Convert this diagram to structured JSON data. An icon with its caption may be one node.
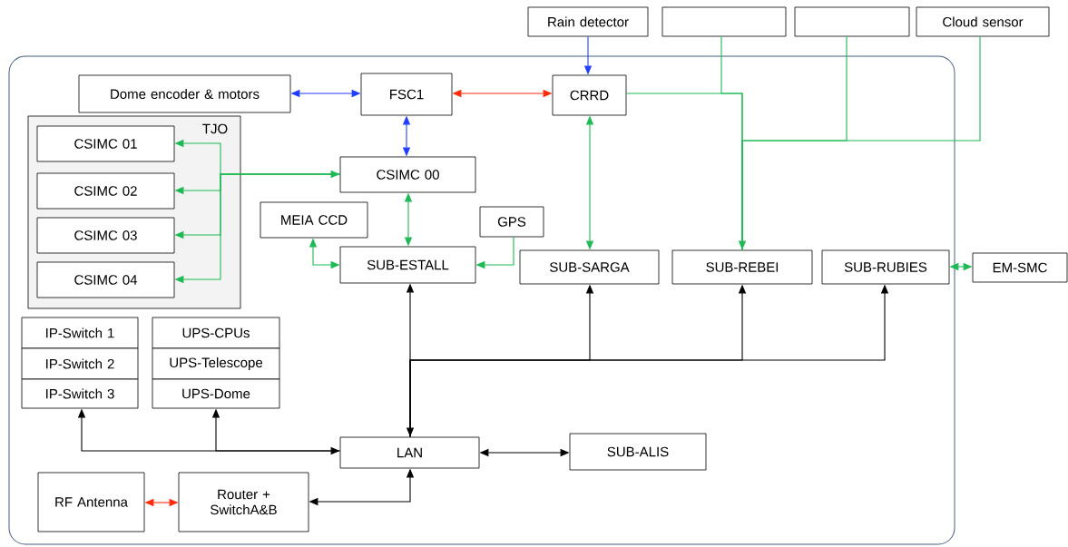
{
  "diagram": {
    "nodes": [
      {
        "text": [
          "Rain detector"
        ]
      },
      {
        "text": [],
        "shape": "box"
      },
      {
        "text": [],
        "shape": "box"
      },
      {
        "text": [
          "Cloud sensor"
        ]
      },
      {
        "text": [
          "Dome encoder & motors"
        ]
      },
      {
        "text": [
          "FSC1"
        ]
      },
      {
        "text": [
          "CRRD"
        ]
      },
      {
        "text": [
          "TJO"
        ]
      },
      {
        "text": [
          "CSIMC 01"
        ],
        "in": 7
      },
      {
        "text": [
          "CSIMC 02"
        ],
        "in": 7
      },
      {
        "text": [
          "CSIMC 03"
        ],
        "in": 7
      },
      {
        "text": [
          "CSIMC 04"
        ],
        "in": 7
      },
      {
        "text": [
          "CSIMC 00"
        ]
      },
      {
        "text": [
          "MEIA CCD"
        ]
      },
      {
        "text": [
          "GPS"
        ]
      },
      {
        "text": [
          "SUB-ESTALL"
        ]
      },
      {
        "text": [
          "SUB-SARGA"
        ]
      },
      {
        "text": [
          "SUB-REBEI"
        ]
      },
      {
        "text": [
          "SUB-RUBIES"
        ]
      },
      {
        "text": [
          "EM-SMC"
        ]
      },
      {
        "text": [
          "IP-Switch 1"
        ]
      },
      {
        "text": [
          "IP-Switch 2"
        ]
      },
      {
        "text": [
          "IP-Switch 3"
        ]
      },
      {
        "text": [
          "UPS-CPUs"
        ]
      },
      {
        "text": [
          "UPS-Telescope"
        ]
      },
      {
        "text": [
          "UPS-Dome"
        ]
      },
      {
        "text": [
          "LAN"
        ]
      },
      {
        "text": [
          "SUB-ALIS"
        ]
      },
      {
        "text": [
          "RF Antenna"
        ]
      },
      {
        "text": [
          "Router + SwitchA&B"
        ]
      }
    ],
    "edges": [
      {
        "from": 0,
        "to": 6,
        "arrow": "to",
        "color": "#1f3dff"
      },
      {
        "from": 4,
        "to": 5,
        "arrow": "both",
        "color": "#1f3dff"
      },
      {
        "from": 5,
        "to": 6,
        "arrow": "both",
        "color": "#ff2a0a"
      },
      {
        "from": 5,
        "to": 12,
        "arrow": "both",
        "color": "#1f3dff"
      },
      {
        "from": 12,
        "to": 8,
        "arrow": "both"
      },
      {
        "from": 12,
        "to": 9,
        "arrow": "to"
      },
      {
        "from": 12,
        "to": 10,
        "arrow": "to"
      },
      {
        "from": 12,
        "to": 11,
        "arrow": "to"
      },
      {
        "from": 12,
        "to": 15,
        "arrow": "both"
      },
      {
        "from": 13,
        "to": 15,
        "arrow": "both"
      },
      {
        "from": 14,
        "to": 15,
        "arrow": "to"
      },
      {
        "from": 6,
        "to": 16,
        "arrow": "both"
      },
      {
        "from": 6,
        "to": 17,
        "arrow": "to"
      },
      {
        "from": 1,
        "to": 17,
        "arrow": "none"
      },
      {
        "from": 2,
        "to": 17,
        "arrow": "none"
      },
      {
        "from": 3,
        "to": 17,
        "arrow": "none"
      },
      {
        "from": 18,
        "to": 19,
        "arrow": "both"
      },
      {
        "from": 26,
        "to": 15,
        "arrow": "both",
        "color": "#000000"
      },
      {
        "from": 26,
        "to": 16,
        "arrow": "to",
        "color": "#000000"
      },
      {
        "from": 26,
        "to": 17,
        "arrow": "to",
        "color": "#000000"
      },
      {
        "from": 26,
        "to": 18,
        "arrow": "to",
        "color": "#000000"
      },
      {
        "from": 26,
        "to": 22,
        "arrow": "both",
        "color": "#000000"
      },
      {
        "from": 26,
        "to": 25,
        "arrow": "to",
        "color": "#000000"
      },
      {
        "from": 26,
        "to": 27,
        "arrow": "both",
        "color": "#000000"
      },
      {
        "from": 28,
        "to": 29,
        "arrow": "both",
        "color": "#ff2a0a"
      },
      {
        "from": 29,
        "to": 26,
        "arrow": "both",
        "color": "#000000"
      }
    ]
  }
}
